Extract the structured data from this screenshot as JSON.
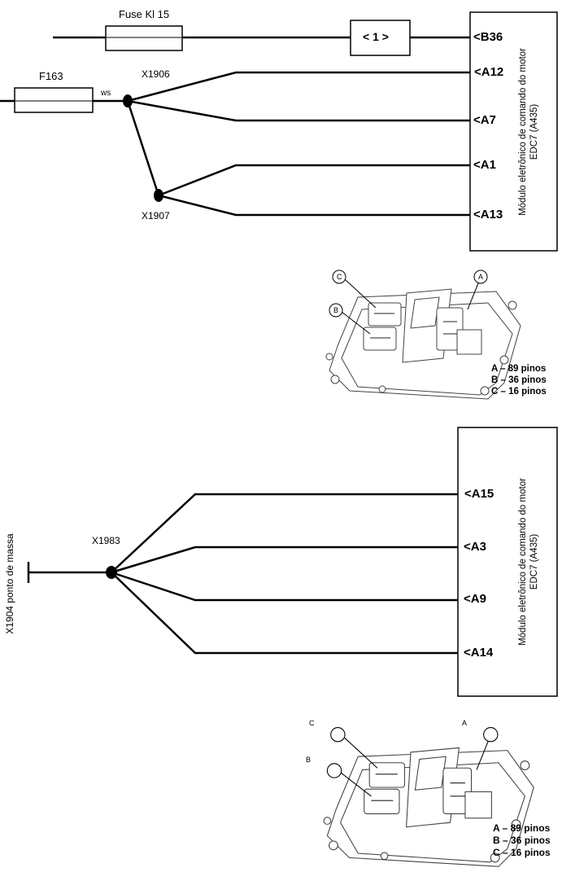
{
  "top_circuit": {
    "fuse_kl15_label": "Fuse Kl 15",
    "box1_label": "< 1 >",
    "f163_label": "F163",
    "ws_label": "ws",
    "x1906_label": "X1906",
    "x1907_label": "X1907",
    "pins": [
      "<B36",
      "<A12",
      "<A7",
      "<A1",
      "<A13"
    ],
    "ecu_label_line1": "Módulo eletrônico de comando do motor",
    "ecu_label_line2": "EDC7 (A435)"
  },
  "ecu_image_top": {
    "callouts": [
      "C",
      "B",
      "A"
    ],
    "legend": [
      "A – 89 pinos",
      "B – 36 pinos",
      "C – 16 pinos"
    ]
  },
  "bottom_circuit": {
    "ground_label": "X1904 ponto de massa",
    "x1983_label": "X1983",
    "pins": [
      "<A15",
      "<A3",
      "<A9",
      "<A14"
    ],
    "ecu_label_line1": "Módulo eletrônico de comando do motor",
    "ecu_label_line2": "EDC7 (A435)"
  },
  "ecu_image_bottom": {
    "callouts": [
      "C",
      "B",
      "A"
    ],
    "legend": [
      "A – 89 pinos",
      "B – 36 pinos",
      "C – 16 pinos"
    ]
  }
}
